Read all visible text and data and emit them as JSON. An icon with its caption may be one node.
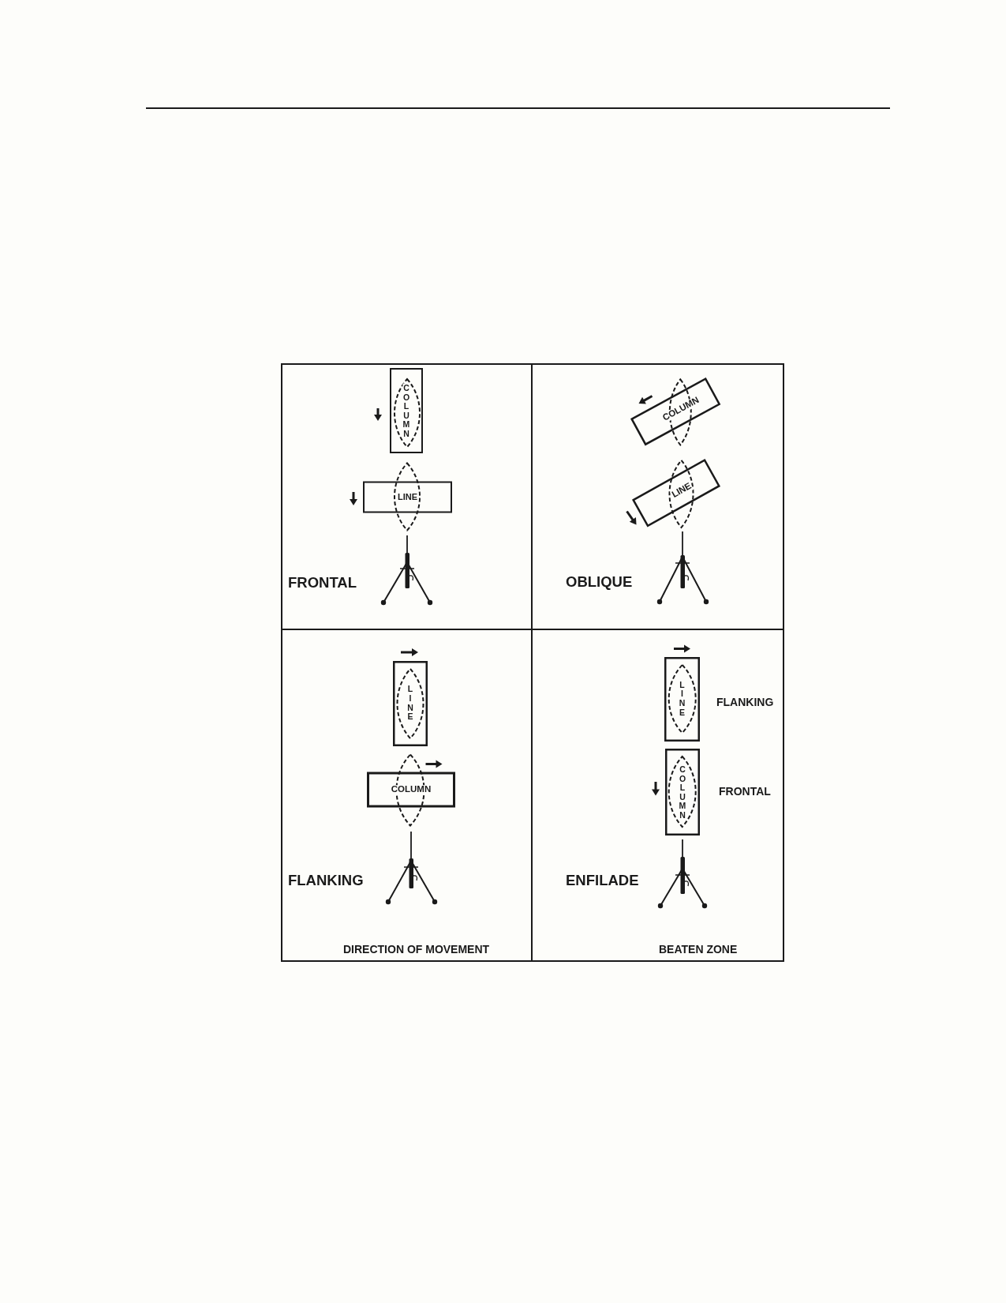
{
  "diagram": {
    "nodes": [
      {
        "text": [
          "FRONTAL"
        ]
      },
      {
        "text": [
          "COLUMN"
        ],
        "in": 0
      },
      {
        "text": [
          "LINE"
        ],
        "in": 0
      },
      {
        "text": [
          "OBLIQUE"
        ]
      },
      {
        "text": [
          "COLUMN"
        ],
        "in": 3
      },
      {
        "text": [
          "LINE"
        ],
        "in": 3
      },
      {
        "text": [
          "FLANKING"
        ]
      },
      {
        "text": [
          "LINE"
        ],
        "in": 6
      },
      {
        "text": [
          "COLUMN"
        ],
        "in": 6
      },
      {
        "text": [
          "ENFILADE"
        ]
      },
      {
        "text": [
          "LINE"
        ],
        "in": 9,
        "beside": [
          "FLANKING"
        ]
      },
      {
        "text": [
          "COLUMN"
        ],
        "in": 9,
        "beside": [
          "FRONTAL"
        ]
      }
    ],
    "labels": [
      "DIRECTION OF MOVEMENT",
      "BEATEN ZONE"
    ]
  }
}
